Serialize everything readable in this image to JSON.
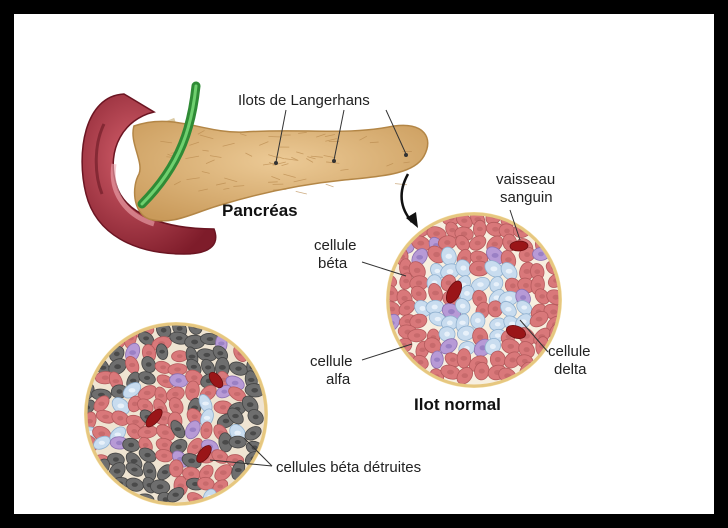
{
  "labels": {
    "ilots": "Ilots de Langerhans",
    "pancreas": "Pancréas",
    "cellule_beta_1": "cellule",
    "cellule_beta_2": "béta",
    "vaisseau_1": "vaisseau",
    "vaisseau_2": "sanguin",
    "cellule_alfa_1": "cellule",
    "cellule_alfa_2": "alfa",
    "cellule_delta_1": "cellule",
    "cellule_delta_2": "delta",
    "ilot_normal": "Ilot normal",
    "cellules_detruites": "cellules béta détruites"
  },
  "colors": {
    "alpha_cell": "#d9787a",
    "beta_cell": "#c8dcef",
    "delta_cell": "#b79ad6",
    "destroyed_cell": "#6e6e6e",
    "vessel": "#9a1518",
    "pancreas": "#ddb77e",
    "duodenum": "#b0384a",
    "duct": "#3ea845"
  }
}
